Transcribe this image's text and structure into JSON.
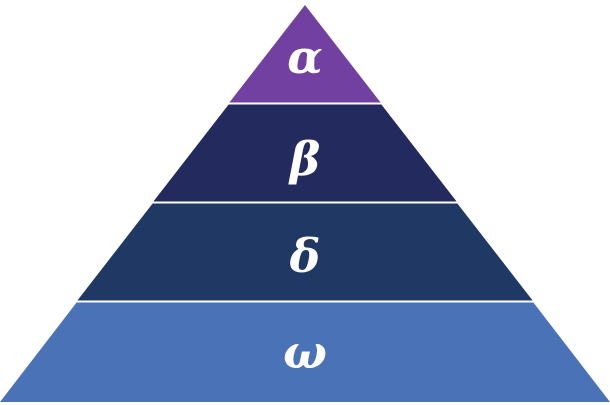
{
  "pyramid": {
    "tiers": [
      {
        "label": "α",
        "color": "#7140a0"
      },
      {
        "label": "β",
        "color": "#222a5e"
      },
      {
        "label": "δ",
        "color": "#1f3864"
      },
      {
        "label": "ω",
        "color": "#4a72b7"
      }
    ],
    "separator_color": "#ffffff"
  }
}
